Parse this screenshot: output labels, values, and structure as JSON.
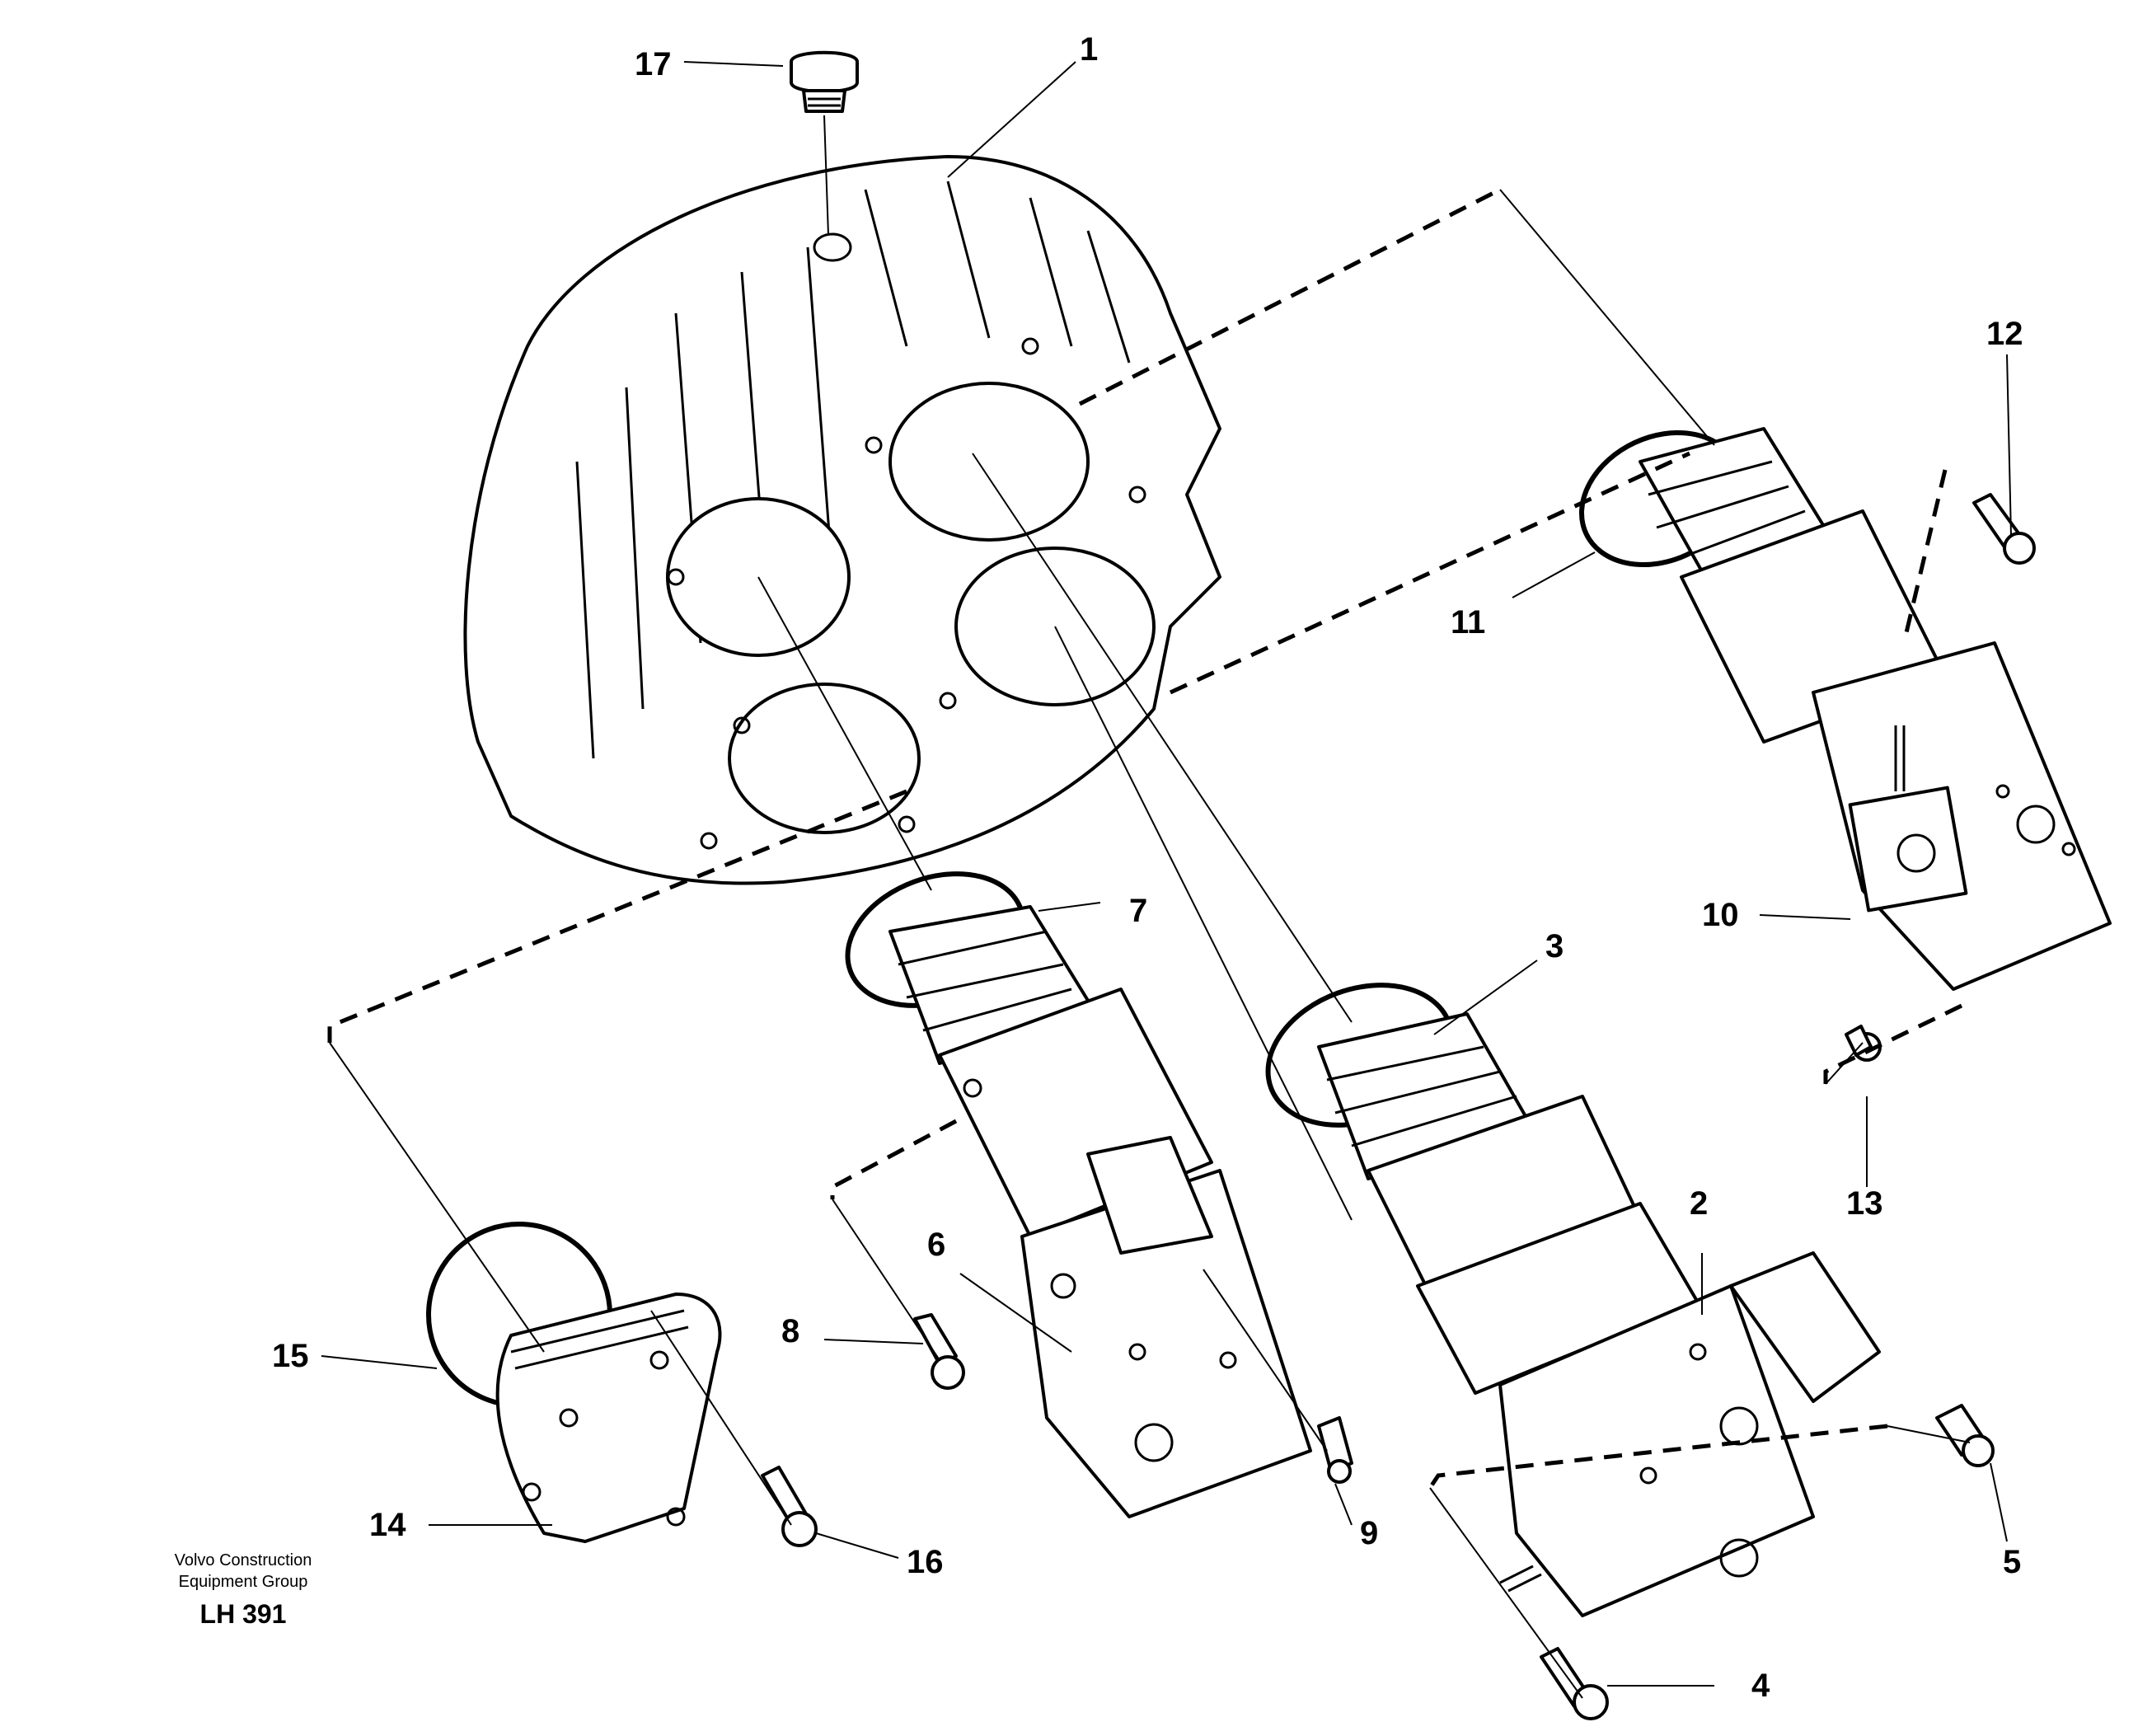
{
  "callouts": {
    "c1": "1",
    "c2": "2",
    "c3": "3",
    "c4": "4",
    "c5": "5",
    "c6": "6",
    "c7": "7",
    "c8": "8",
    "c9": "9",
    "c10": "10",
    "c11": "11",
    "c12": "12",
    "c13": "13",
    "c14": "14",
    "c15": "15",
    "c16": "16",
    "c17": "17"
  },
  "caption": {
    "line1": "Volvo Construction",
    "line2": "Equipment Group",
    "code": "LH 391"
  }
}
